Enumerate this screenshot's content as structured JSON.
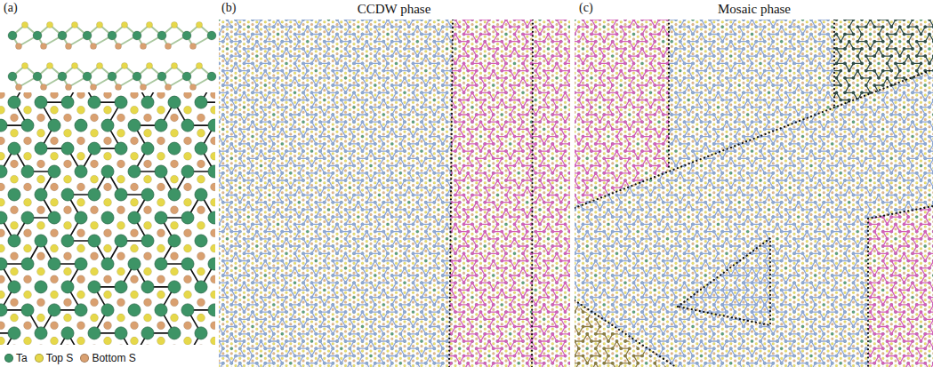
{
  "diagram": {
    "labels": [
      "(a)",
      "(b)",
      "(c)",
      "CCDW phase",
      "Mosaic phase"
    ],
    "legend": [
      {
        "text": "Ta",
        "color": "#3d9466"
      },
      {
        "text": "Top S",
        "color": "#e6d84a"
      },
      {
        "text": "Bottom S",
        "color": "#d9a070"
      }
    ]
  }
}
